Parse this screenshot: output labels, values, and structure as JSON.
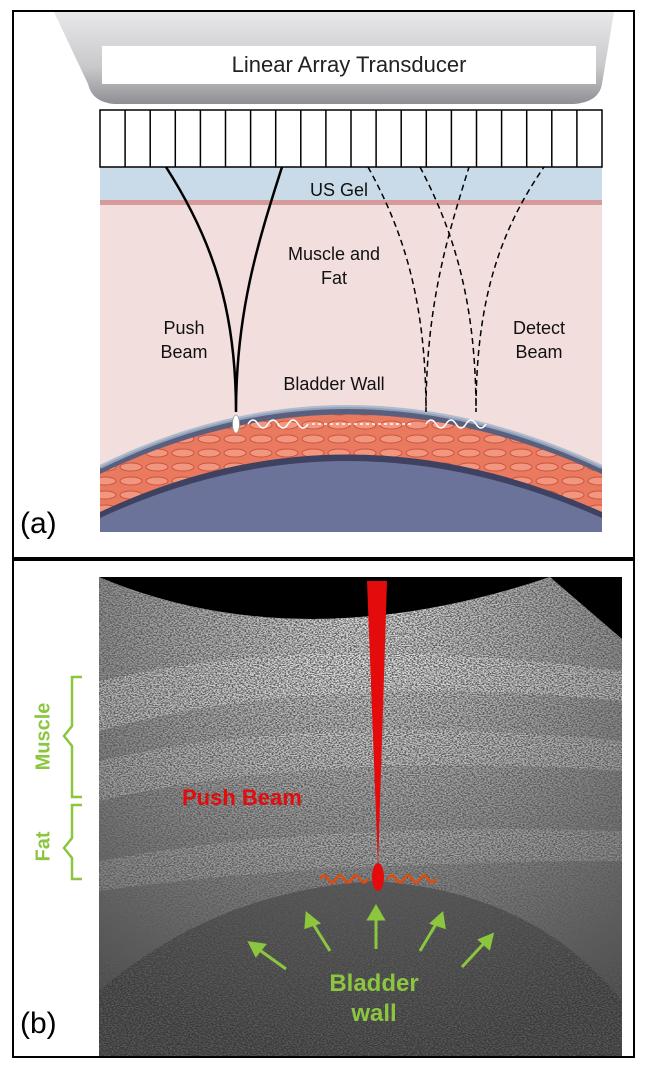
{
  "panel_a": {
    "label": "(a)",
    "transducer_title": "Linear Array Transducer",
    "gel_label": "US Gel",
    "tissue_label_line1": "Muscle and",
    "tissue_label_line2": "Fat",
    "push_label_line1": "Push",
    "push_label_line2": "Beam",
    "detect_label_line1": "Detect",
    "detect_label_line2": "Beam",
    "wall_label": "Bladder Wall"
  },
  "panel_b": {
    "label": "(b)",
    "muscle_label": "Muscle",
    "fat_label": "Fat",
    "push_beam_label": "Push Beam",
    "bladder_label_line1": "Bladder",
    "bladder_label_line2": "wall"
  },
  "colors": {
    "gel": "#c9dbe9",
    "tissue": "#f3dede",
    "wall": "#e07058",
    "bladder": "#6c739a",
    "push_beam": "#e30b0b",
    "annotation_green": "#8cc63f"
  }
}
